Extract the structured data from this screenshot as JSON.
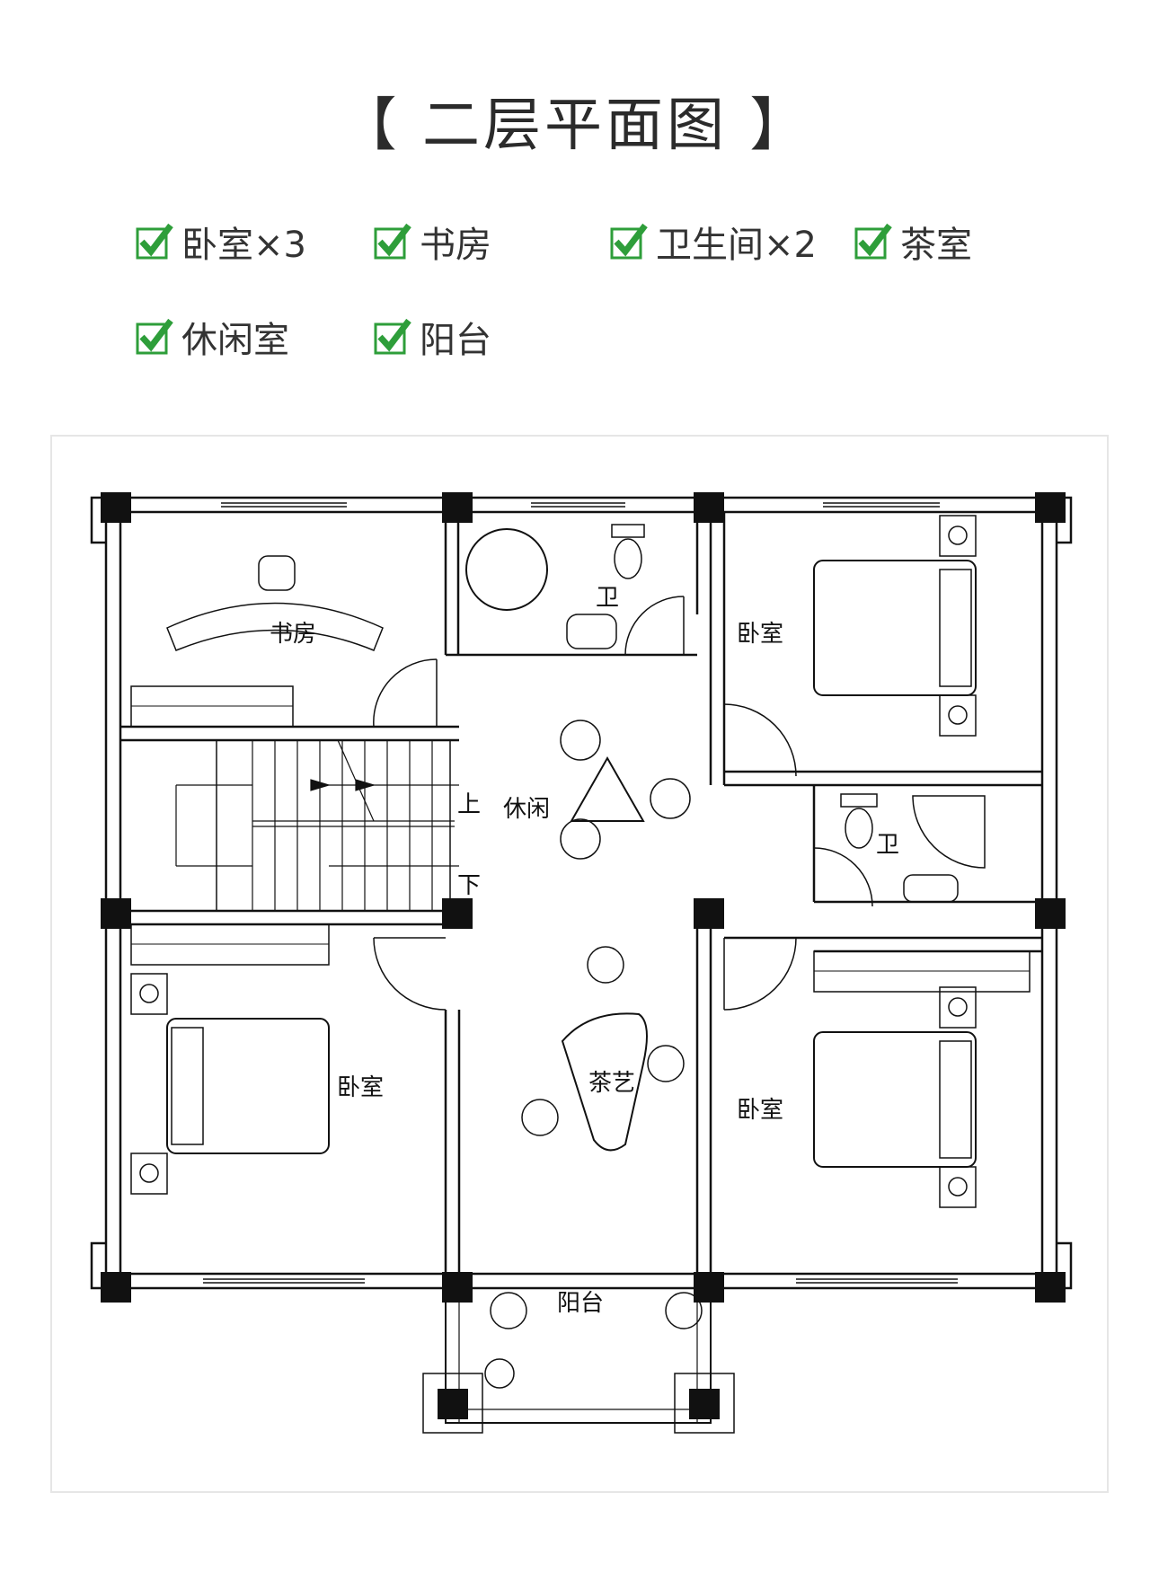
{
  "title": "【 二层平面图 】",
  "features": [
    {
      "label": "卧室×3"
    },
    {
      "label": "书房"
    },
    {
      "label": "卫生间×2"
    },
    {
      "label": "茶室"
    },
    {
      "label": "休闲室"
    },
    {
      "label": "阳台"
    }
  ],
  "check_color": "#2e9e3a",
  "rooms": {
    "study": "书房",
    "bath_top": "卫",
    "bed_top_right": "卧室",
    "leisure": "休闲",
    "stair_up": "上",
    "stair_down": "下",
    "bath_right": "卫",
    "bed_left": "卧室",
    "tea": "茶艺",
    "bed_bottom_right": "卧室",
    "balcony": "阳台"
  }
}
